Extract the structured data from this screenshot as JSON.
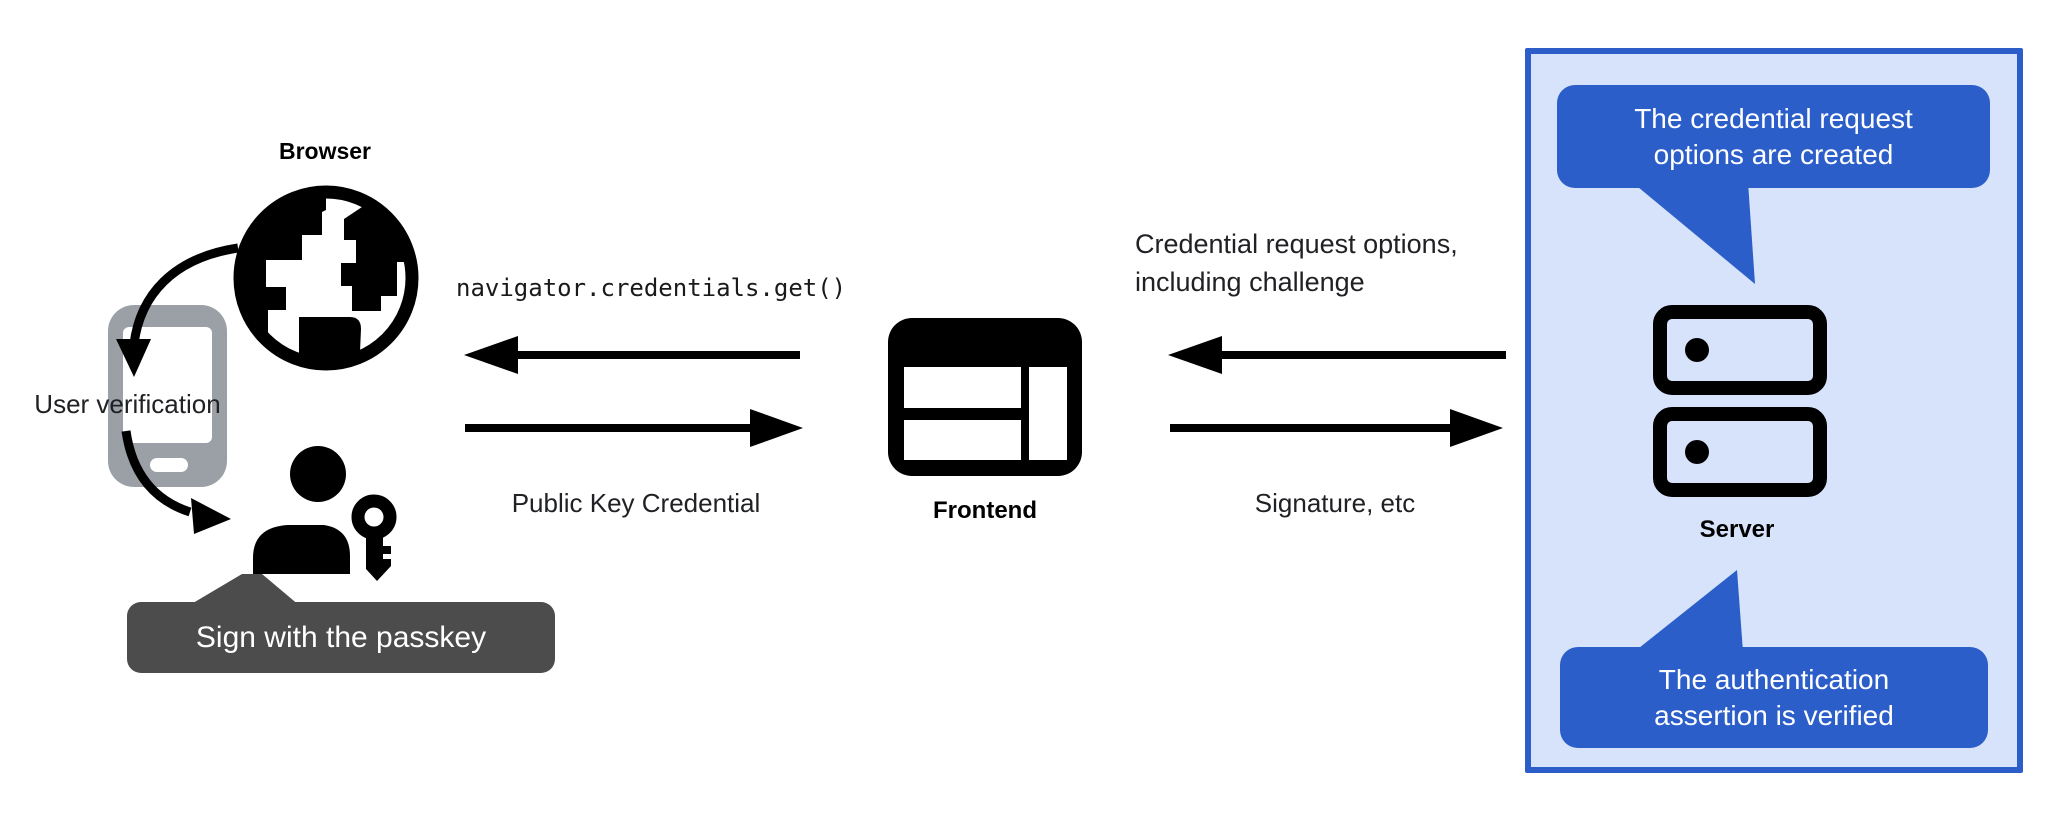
{
  "colors": {
    "accent_blue": "#2b5ec9",
    "panel_background_blue": "#d7e2fb",
    "tooltip_gray": "#4c4c4c",
    "phone_gray": "#9aa0a6",
    "ink": "#000000"
  },
  "left": {
    "browser_label": "Browser",
    "user_verification_label": "User verification",
    "tooltip_text": "Sign with the passkey"
  },
  "middle": {
    "code_call": "navigator.credentials.get()",
    "return_label": "Public Key Credential",
    "frontend_label": "Frontend"
  },
  "right": {
    "request_line1": "Credential request options,",
    "request_line2": "including challenge",
    "response_label": "Signature, etc"
  },
  "panel": {
    "top_bubble_line1": "The credential request",
    "top_bubble_line2": "options are created",
    "server_label": "Server",
    "bottom_bubble_line1": "The authentication",
    "bottom_bubble_line2": "assertion is verified"
  },
  "icons": {
    "globe": "globe-icon",
    "smartphone": "smartphone-icon",
    "user": "user-icon",
    "key": "key-icon",
    "frontend_window": "browser-window-icon",
    "server": "server-icon"
  }
}
